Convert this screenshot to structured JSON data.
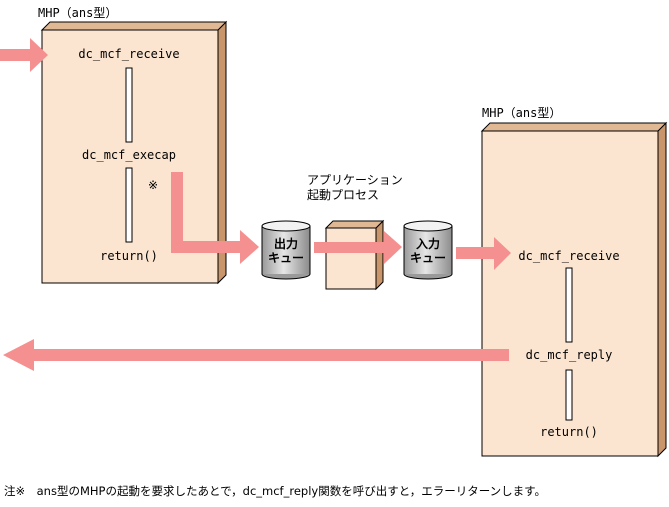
{
  "mhp_left": {
    "title": "MHP（ans型）",
    "func_receive": "dc_mcf_receive",
    "func_execap": "dc_mcf_execap",
    "mark": "※",
    "func_return": "return()"
  },
  "mhp_right": {
    "title": "MHP（ans型）",
    "func_receive": "dc_mcf_receive",
    "func_reply": "dc_mcf_reply",
    "func_return": "return()"
  },
  "output_queue": {
    "line1": "出力",
    "line2": "キュー"
  },
  "input_queue": {
    "line1": "入力",
    "line2": "キュー"
  },
  "app_process": {
    "line1": "アプリケーション",
    "line2": "起動プロセス"
  },
  "footnote": "注※　ans型のMHPの起動を要求したあとで，dc_mcf_reply関数を呼び出すと，エラーリターンします。",
  "colors": {
    "box_face": "#fbe5d0",
    "box_side": "#c9956a",
    "arrow": "#f59090",
    "cylinder": "#b5b5b5"
  }
}
